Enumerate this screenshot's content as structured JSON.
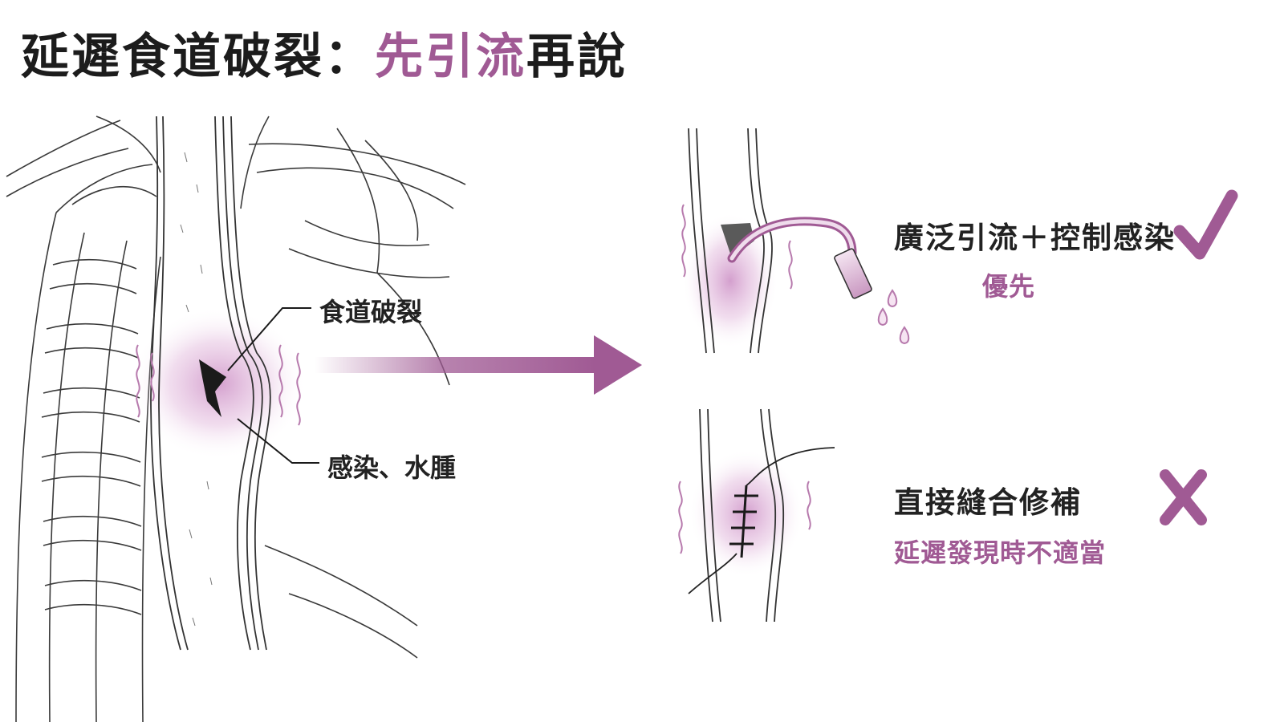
{
  "title": {
    "prefix": "延遲食道破裂：",
    "emphasis": "先引流",
    "suffix": "再說"
  },
  "callouts": {
    "rupture": "食道破裂",
    "infection": "感染、水腫"
  },
  "options": {
    "drainage": {
      "title": "廣泛引流＋控制感染",
      "subtitle": "優先",
      "verdict": "check-icon"
    },
    "suture": {
      "title": "直接縫合修補",
      "subtitle": "延遲發現時不適當",
      "verdict": "cross-icon"
    }
  },
  "colors": {
    "accent": "#a05a94",
    "text": "#1c1c1c",
    "inflammation": "#d8a3cf"
  }
}
